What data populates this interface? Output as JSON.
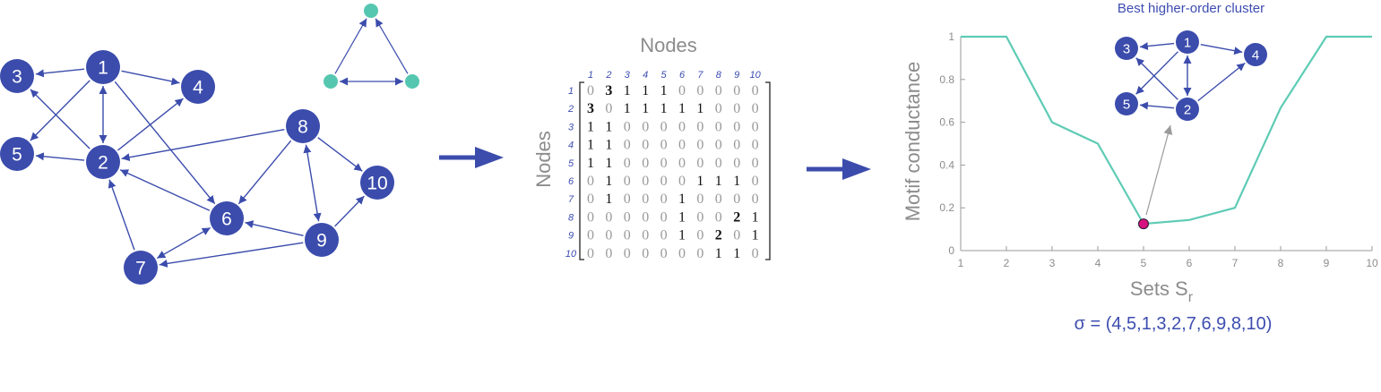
{
  "colors": {
    "node": "#3b4cac",
    "edge": "#3b4cac",
    "motif": "#55c7b0",
    "curve": "#5ecbb5",
    "point": "#d6127e",
    "arrow_gray": "#9a9a9a"
  },
  "graph": {
    "nodes": [
      {
        "id": "1",
        "label": "1"
      },
      {
        "id": "2",
        "label": "2"
      },
      {
        "id": "3",
        "label": "3"
      },
      {
        "id": "4",
        "label": "4"
      },
      {
        "id": "5",
        "label": "5"
      },
      {
        "id": "6",
        "label": "6"
      },
      {
        "id": "7",
        "label": "7"
      },
      {
        "id": "8",
        "label": "8"
      },
      {
        "id": "9",
        "label": "9"
      },
      {
        "id": "10",
        "label": "10"
      }
    ],
    "edges": [
      {
        "from": "1",
        "to": "3"
      },
      {
        "from": "1",
        "to": "4"
      },
      {
        "from": "1",
        "to": "5"
      },
      {
        "from": "1",
        "to": "2",
        "bidirectional": true
      },
      {
        "from": "1",
        "to": "6"
      },
      {
        "from": "2",
        "to": "3"
      },
      {
        "from": "2",
        "to": "5"
      },
      {
        "from": "2",
        "to": "4"
      },
      {
        "from": "8",
        "to": "2"
      },
      {
        "from": "8",
        "to": "6"
      },
      {
        "from": "8",
        "to": "10"
      },
      {
        "from": "8",
        "to": "9",
        "bidirectional": true
      },
      {
        "from": "6",
        "to": "2"
      },
      {
        "from": "7",
        "to": "2"
      },
      {
        "from": "7",
        "to": "6",
        "bidirectional": true
      },
      {
        "from": "9",
        "to": "6"
      },
      {
        "from": "9",
        "to": "7"
      },
      {
        "from": "9",
        "to": "10"
      }
    ]
  },
  "motif": {
    "nodes": [
      "top",
      "left",
      "right"
    ],
    "edges": [
      {
        "from": "left",
        "to": "top"
      },
      {
        "from": "right",
        "to": "top"
      },
      {
        "from": "left",
        "to": "right",
        "bidirectional": true
      }
    ]
  },
  "matrix": {
    "title": "Nodes",
    "row_label": "Nodes",
    "col_indices": [
      "1",
      "2",
      "3",
      "4",
      "5",
      "6",
      "7",
      "8",
      "9",
      "10"
    ],
    "row_indices": [
      "1",
      "2",
      "3",
      "4",
      "5",
      "6",
      "7",
      "8",
      "9",
      "10"
    ],
    "values": [
      [
        0,
        3,
        1,
        1,
        1,
        0,
        0,
        0,
        0,
        0
      ],
      [
        3,
        0,
        1,
        1,
        1,
        1,
        1,
        0,
        0,
        0
      ],
      [
        1,
        1,
        0,
        0,
        0,
        0,
        0,
        0,
        0,
        0
      ],
      [
        1,
        1,
        0,
        0,
        0,
        0,
        0,
        0,
        0,
        0
      ],
      [
        1,
        1,
        0,
        0,
        0,
        0,
        0,
        0,
        0,
        0
      ],
      [
        0,
        1,
        0,
        0,
        0,
        0,
        1,
        1,
        1,
        0
      ],
      [
        0,
        1,
        0,
        0,
        0,
        1,
        0,
        0,
        0,
        0
      ],
      [
        0,
        0,
        0,
        0,
        0,
        1,
        0,
        0,
        2,
        1
      ],
      [
        0,
        0,
        0,
        0,
        0,
        1,
        0,
        2,
        0,
        1
      ],
      [
        0,
        0,
        0,
        0,
        0,
        0,
        0,
        1,
        1,
        0
      ]
    ]
  },
  "cluster": {
    "title": "Best higher-order cluster",
    "nodes": [
      {
        "id": "1",
        "label": "1"
      },
      {
        "id": "2",
        "label": "2"
      },
      {
        "id": "3",
        "label": "3"
      },
      {
        "id": "4",
        "label": "4"
      },
      {
        "id": "5",
        "label": "5"
      }
    ],
    "edges": [
      {
        "from": "1",
        "to": "3"
      },
      {
        "from": "1",
        "to": "4"
      },
      {
        "from": "1",
        "to": "5"
      },
      {
        "from": "1",
        "to": "2",
        "bidirectional": true
      },
      {
        "from": "2",
        "to": "3"
      },
      {
        "from": "2",
        "to": "5"
      },
      {
        "from": "2",
        "to": "4"
      }
    ]
  },
  "chart_data": {
    "type": "line",
    "title": "",
    "xlabel": "Sets S",
    "xlabel_subscript": "r",
    "ylabel": "Motif conductance",
    "x": [
      1,
      2,
      3,
      4,
      5,
      6,
      7,
      8,
      9,
      10
    ],
    "xlim": [
      1,
      10
    ],
    "ylim": [
      0,
      1
    ],
    "xticks": [
      "1",
      "2",
      "3",
      "4",
      "5",
      "6",
      "7",
      "8",
      "9",
      "10"
    ],
    "yticks": [
      "0",
      "0.2",
      "0.4",
      "0.6",
      "0.8",
      "1"
    ],
    "series": [
      {
        "values": [
          1.0,
          1.0,
          0.6,
          0.5,
          0.125,
          0.143,
          0.2,
          0.667,
          1.0,
          1.0
        ]
      }
    ],
    "highlight": {
      "x": 5,
      "y": 0.125
    },
    "grid": false
  },
  "sigma_text": "σ = (4,5,1,3,2,7,6,9,8,10)"
}
